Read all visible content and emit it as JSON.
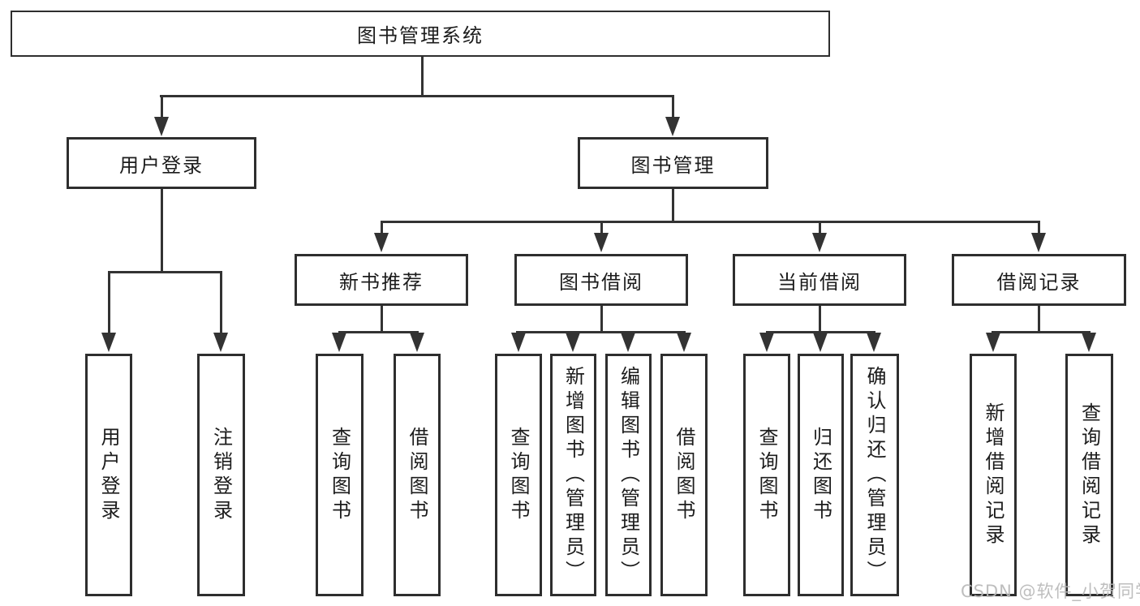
{
  "tree": {
    "label": "图书管理系统",
    "children": [
      {
        "label": "用户登录",
        "children": [
          {
            "label": "用户登录"
          },
          {
            "label": "注销登录"
          }
        ]
      },
      {
        "label": "图书管理",
        "children": [
          {
            "label": "新书推荐",
            "children": [
              {
                "label": "查询图书"
              },
              {
                "label": "借阅图书"
              }
            ]
          },
          {
            "label": "图书借阅",
            "children": [
              {
                "label": "查询图书"
              },
              {
                "label": "新增图书（管理员）"
              },
              {
                "label": "编辑图书（管理员）"
              },
              {
                "label": "借阅图书"
              }
            ]
          },
          {
            "label": "当前借阅",
            "children": [
              {
                "label": "查询图书"
              },
              {
                "label": "归还图书"
              },
              {
                "label": "确认归还（管理员）"
              }
            ]
          },
          {
            "label": "借阅记录",
            "children": [
              {
                "label": "新增借阅记录"
              },
              {
                "label": "查询借阅记录"
              }
            ]
          }
        ]
      }
    ]
  },
  "watermark": {
    "text": "CSDN @软件_小贺同学",
    "color": "#b9b9b9"
  },
  "colors": {
    "line": "#333333",
    "box_border": "#2e2e2e",
    "text": "#1c1c1c",
    "background": "#ffffff"
  }
}
